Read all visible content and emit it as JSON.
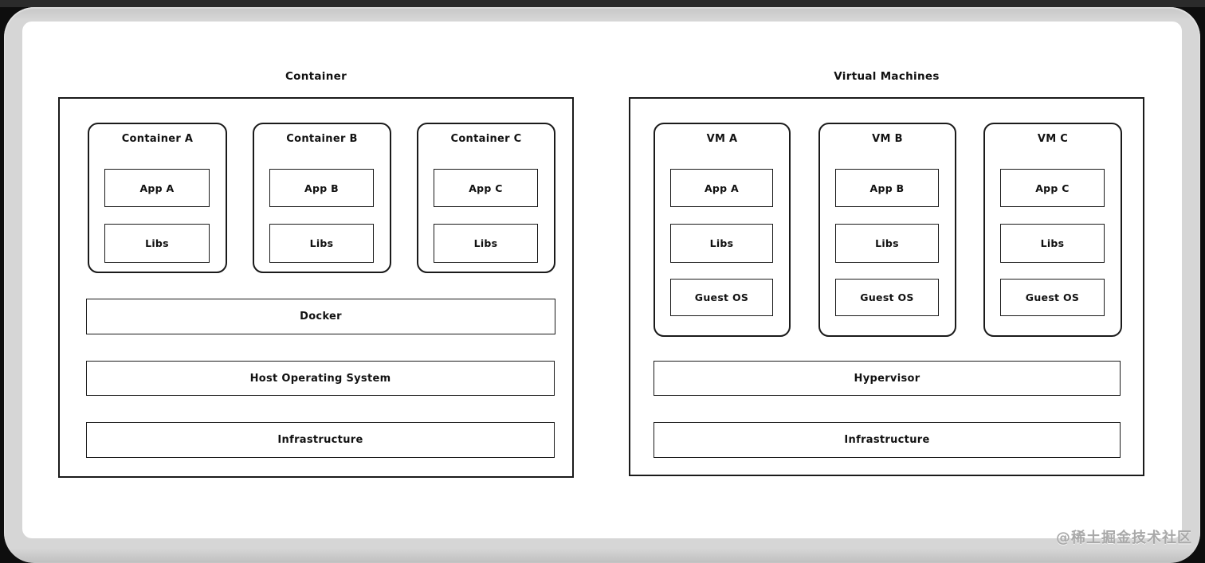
{
  "window": {
    "watermark": "@稀土掘金技术社区"
  },
  "colors": {
    "desktop_background": "#0e0e0e",
    "menubar_strip": "#2b2b2b",
    "window_chrome": "#d6d6d6",
    "canvas": "#ffffff",
    "line": "#1a1a1a",
    "text": "#111111",
    "watermark": "#a9a9a9"
  },
  "diagram": {
    "left": {
      "title": "Container",
      "stacks": [
        {
          "title": "Container A",
          "items": [
            "App A",
            "Libs"
          ]
        },
        {
          "title": "Container B",
          "items": [
            "App B",
            "Libs"
          ]
        },
        {
          "title": "Container C",
          "items": [
            "App C",
            "Libs"
          ]
        }
      ],
      "layers": [
        "Docker",
        "Host Operating System",
        "Infrastructure"
      ]
    },
    "right": {
      "title": "Virtual Machines",
      "stacks": [
        {
          "title": "VM A",
          "items": [
            "App A",
            "Libs",
            "Guest OS"
          ]
        },
        {
          "title": "VM B",
          "items": [
            "App B",
            "Libs",
            "Guest OS"
          ]
        },
        {
          "title": "VM C",
          "items": [
            "App C",
            "Libs",
            "Guest OS"
          ]
        }
      ],
      "layers": [
        "Hypervisor",
        "Infrastructure"
      ]
    }
  }
}
